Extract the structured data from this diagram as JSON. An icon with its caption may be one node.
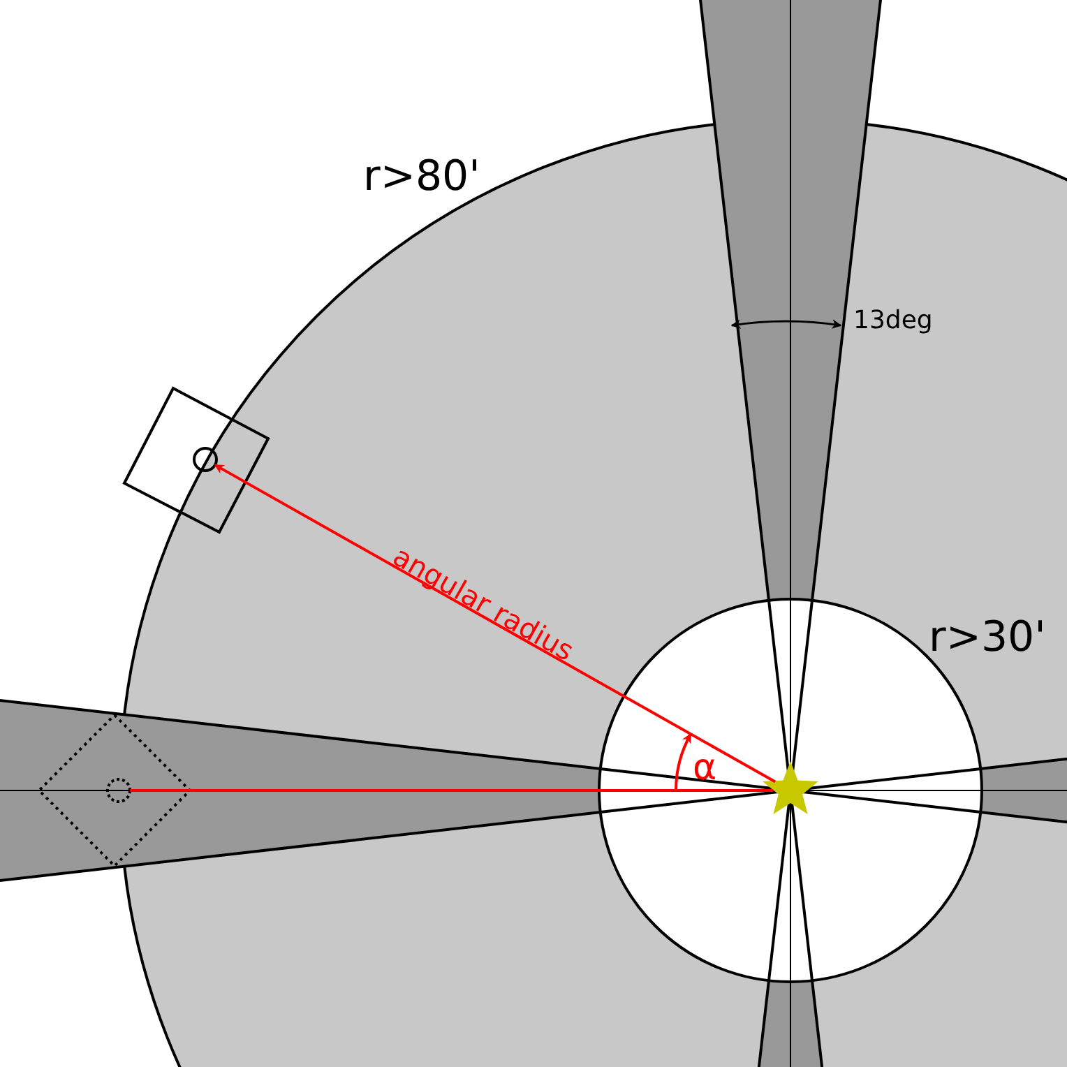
{
  "diagram": {
    "nodes": [
      {
        "text": [],
        "shape": "box"
      },
      {
        "text": [],
        "shape": "circle",
        "in": 0
      },
      {
        "text": [],
        "shape": "diamond"
      },
      {
        "text": [],
        "shape": "circle",
        "in": 2
      },
      {
        "text": [],
        "shape": "star"
      }
    ],
    "edges": [
      {
        "from": 4,
        "to": 1,
        "arrow": "to",
        "label": "angular radius",
        "color": "#ff0000"
      },
      {
        "from": 4,
        "to": 3,
        "arrow": "none",
        "color": "#ff0000"
      }
    ],
    "labels": [
      "r>80'",
      "13deg",
      "r>30'",
      "α"
    ]
  }
}
